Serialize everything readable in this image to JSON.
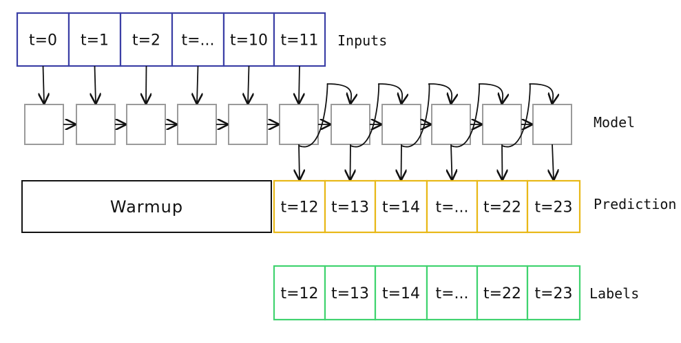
{
  "labels": {
    "inputs": "Inputs",
    "model": "Model",
    "prediction": "Prediction",
    "labels": "Labels",
    "warmup": "Warmup"
  },
  "inputs": [
    "t=0",
    "t=1",
    "t=2",
    "t=...",
    "t=10",
    "t=11"
  ],
  "predictions": [
    "t=12",
    "t=13",
    "t=14",
    "t=...",
    "t=22",
    "t=23"
  ],
  "label_cells": [
    "t=12",
    "t=13",
    "t=14",
    "t=...",
    "t=22",
    "t=23"
  ],
  "colors": {
    "inputs": "#3b3fa6",
    "model": "#9a9a9a",
    "prediction": "#e8b817",
    "labels": "#3fd36f",
    "warmup": "#111111",
    "arrow": "#111111"
  }
}
